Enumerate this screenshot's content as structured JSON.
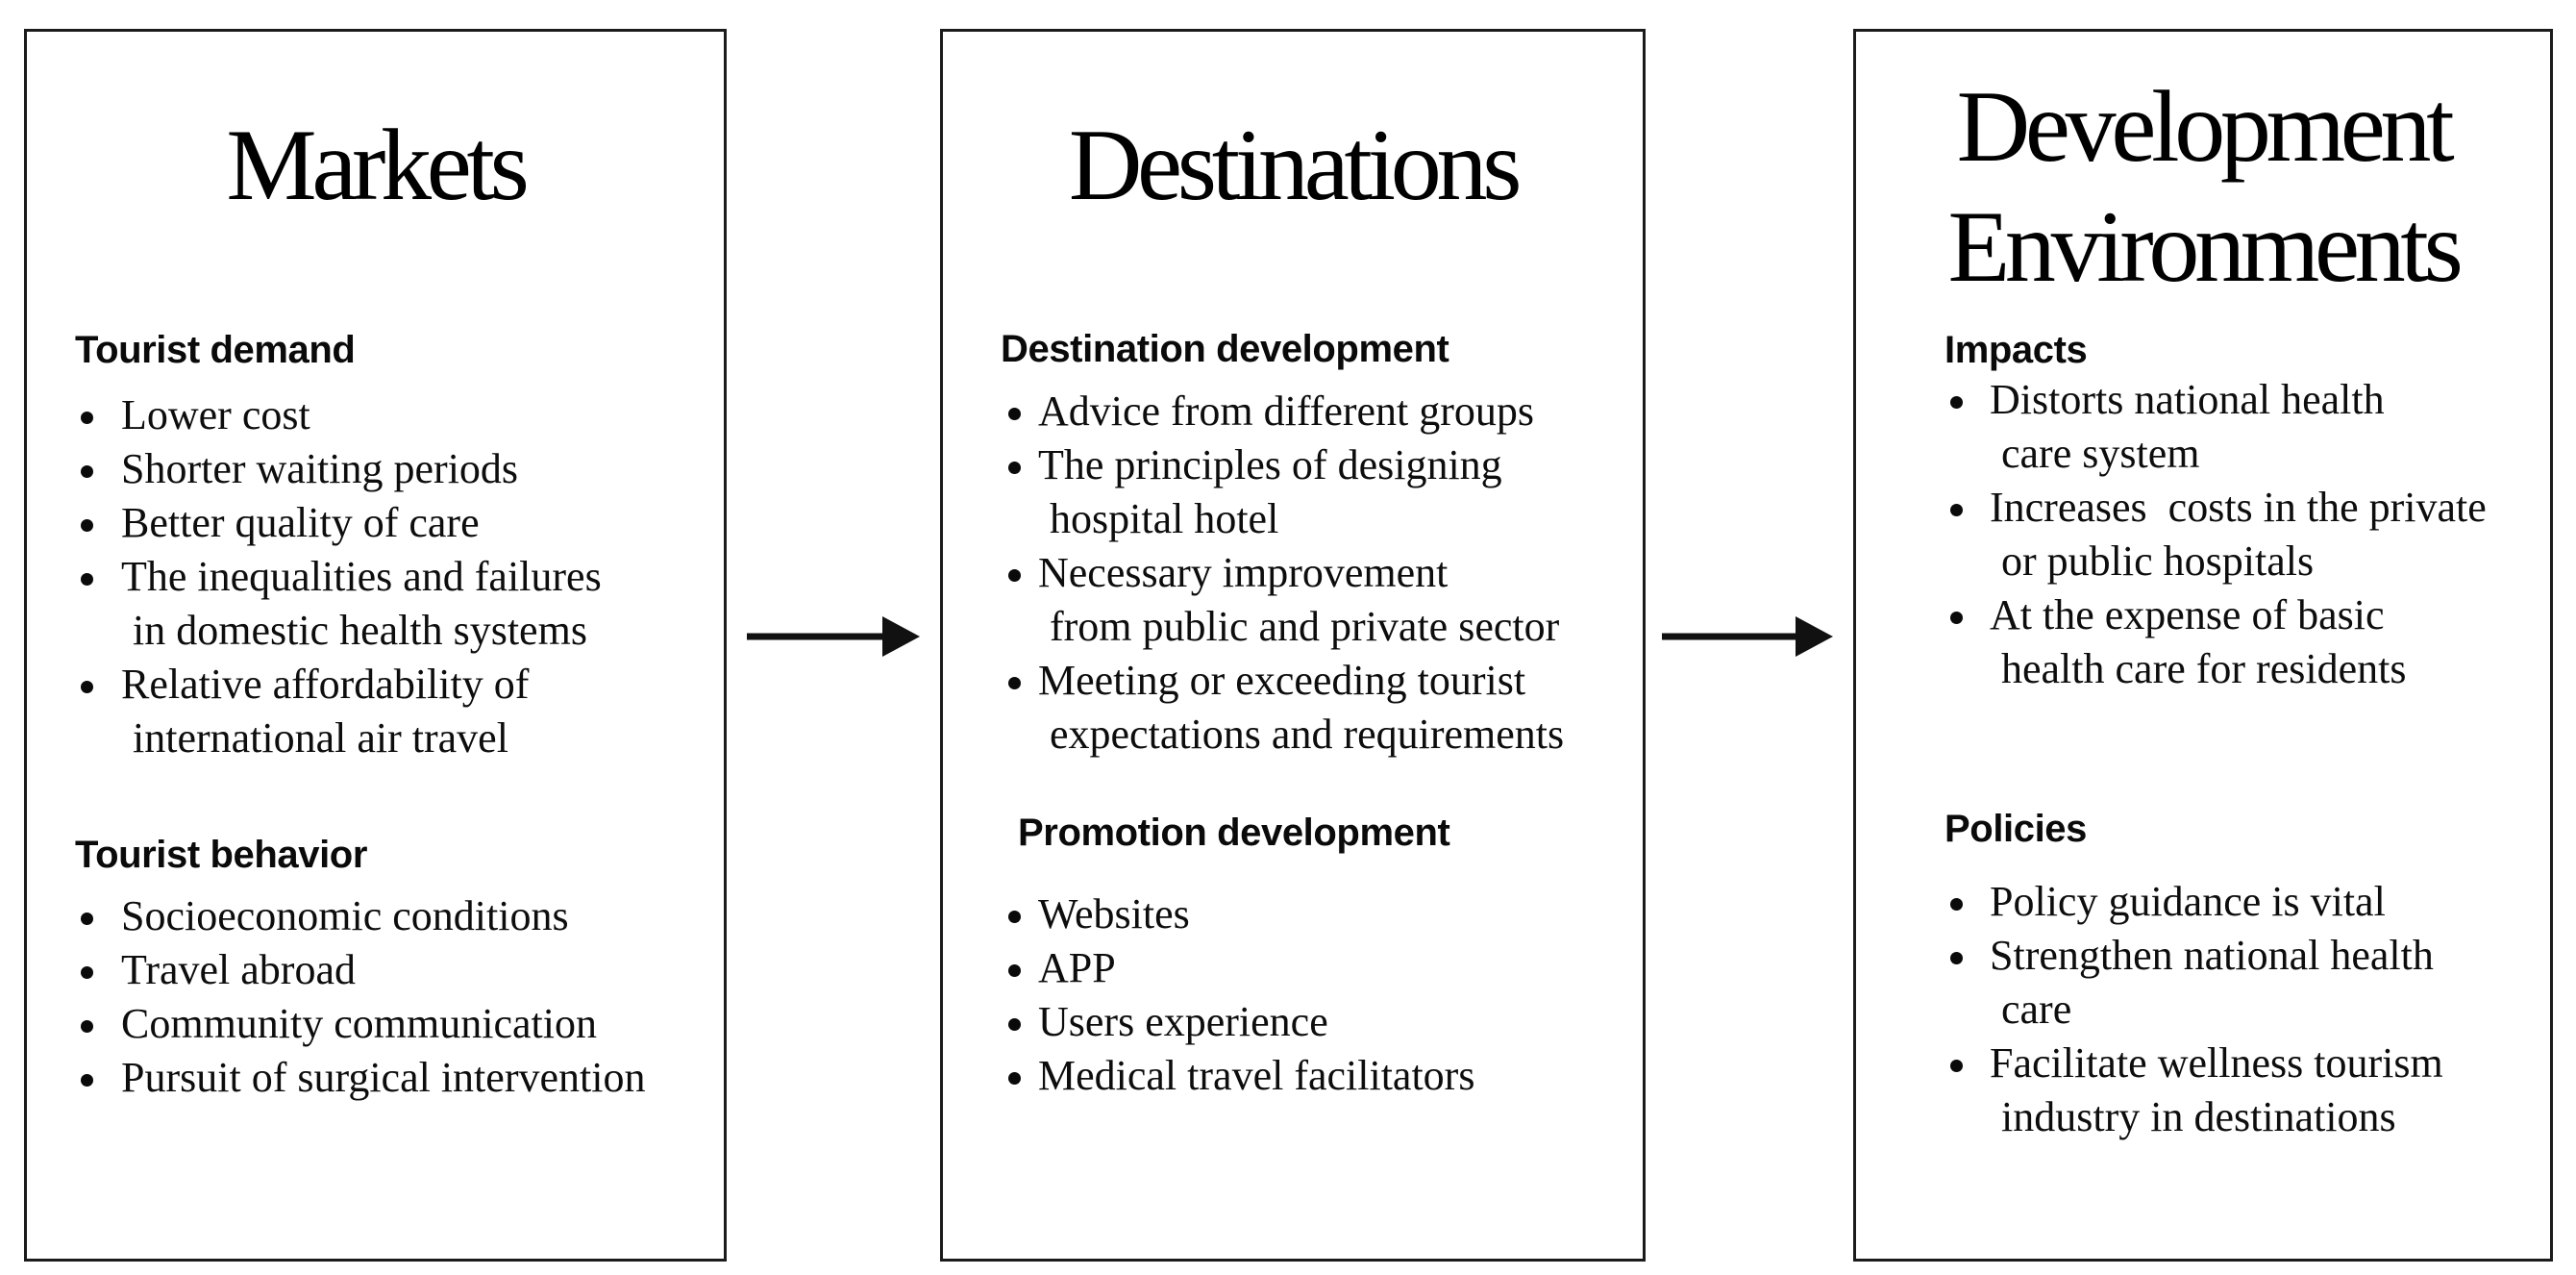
{
  "diagram": {
    "columns": [
      {
        "id": "markets",
        "title_lines": [
          "Markets"
        ],
        "sections": [
          {
            "heading": "Tourist demand",
            "bullets": [
              [
                "Lower cost"
              ],
              [
                "Shorter waiting periods"
              ],
              [
                "Better quality of care"
              ],
              [
                "The inequalities and failures",
                "in domestic health systems"
              ],
              [
                "Relative affordability of",
                "international air travel"
              ]
            ]
          },
          {
            "heading": "Tourist behavior",
            "bullets": [
              [
                "Socioeconomic conditions"
              ],
              [
                "Travel abroad"
              ],
              [
                "Community communication"
              ],
              [
                "Pursuit of surgical intervention"
              ]
            ]
          }
        ]
      },
      {
        "id": "destinations",
        "title_lines": [
          "Destinations"
        ],
        "sections": [
          {
            "heading": "Destination development",
            "bullets": [
              [
                "Advice from different groups"
              ],
              [
                "The principles of designing",
                "hospital hotel"
              ],
              [
                "Necessary improvement",
                "from public and private sector"
              ],
              [
                "Meeting or exceeding tourist",
                "expectations and requirements"
              ]
            ]
          },
          {
            "heading": "Promotion development",
            "bullets": [
              [
                "Websites"
              ],
              [
                "APP"
              ],
              [
                "Users experience"
              ],
              [
                "Medical travel facilitators"
              ]
            ]
          }
        ]
      },
      {
        "id": "development-environments",
        "title_lines": [
          "Development",
          "Environments"
        ],
        "sections": [
          {
            "heading": "Impacts",
            "bullets": [
              [
                "Distorts national health",
                "care system"
              ],
              [
                "Increases  costs in the private",
                "or public hospitals"
              ],
              [
                "At the expense of basic",
                "health care for residents"
              ]
            ]
          },
          {
            "heading": "Policies",
            "bullets": [
              [
                "Policy guidance is vital"
              ],
              [
                "Strengthen national health",
                "care"
              ],
              [
                "Facilitate wellness tourism",
                "industry in destinations"
              ]
            ]
          }
        ]
      }
    ],
    "arrows": [
      {
        "name": "markets-to-destinations"
      },
      {
        "name": "destinations-to-development-environments"
      }
    ]
  },
  "colors": {
    "background": "#ffffff",
    "border": "#1b1b1b",
    "text": "#0d0d0d",
    "heading": "#0a0a0a",
    "bullet": "#0a0a0a",
    "arrow": "#111111"
  }
}
